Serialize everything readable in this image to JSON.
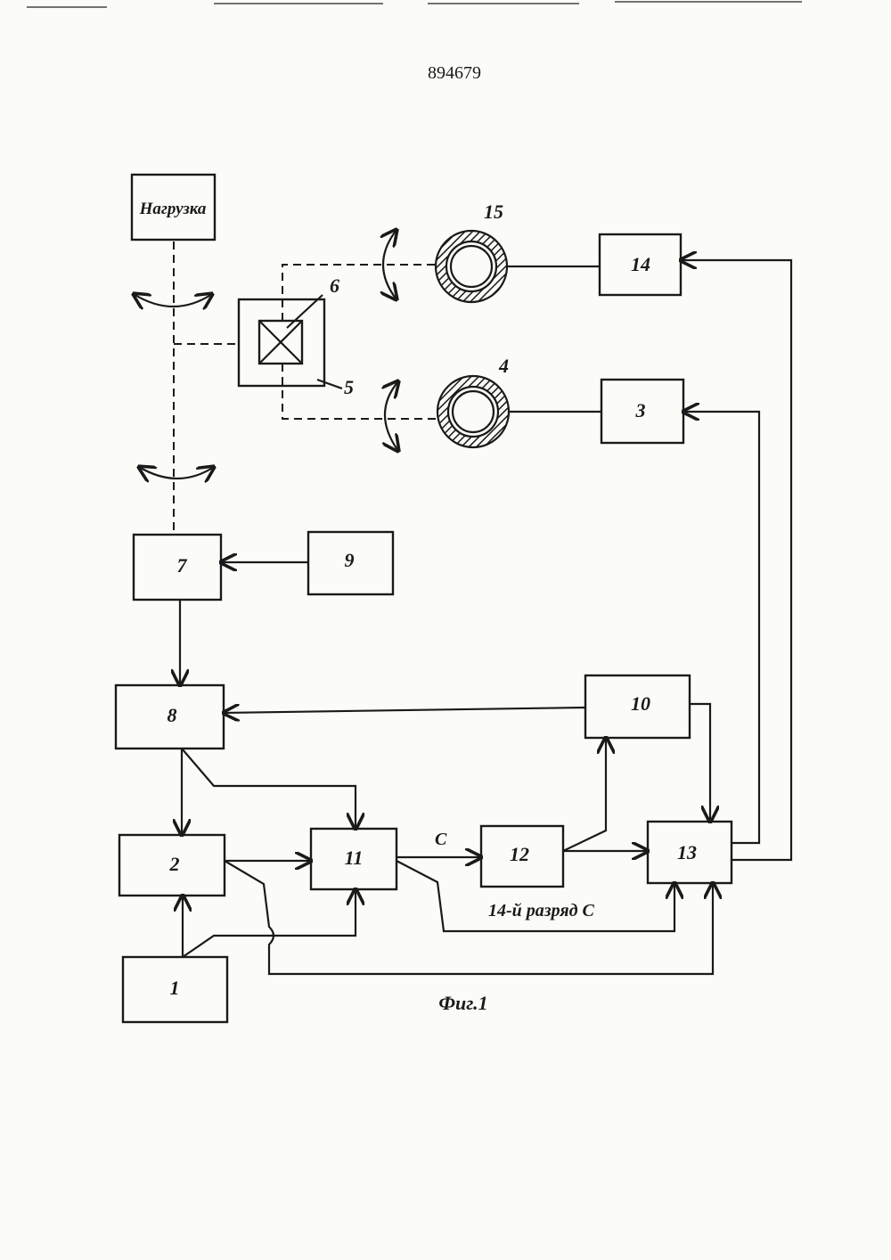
{
  "document": {
    "patent_number": "894679",
    "figure_caption": "Фиг.1"
  },
  "blocks": {
    "load": "Нагрузка",
    "b1": "1",
    "b2": "2",
    "b3": "3",
    "b4": "4",
    "b5": "5",
    "b6": "6",
    "b7": "7",
    "b8": "8",
    "b9": "9",
    "b10": "10",
    "b11": "11",
    "b12": "12",
    "b13": "13",
    "b14": "14",
    "b15": "15"
  },
  "signals": {
    "c": "C",
    "bit14": "14-й разряд С"
  },
  "colors": {
    "ink": "#1a1a1a",
    "paper": "#fbfbf8"
  }
}
